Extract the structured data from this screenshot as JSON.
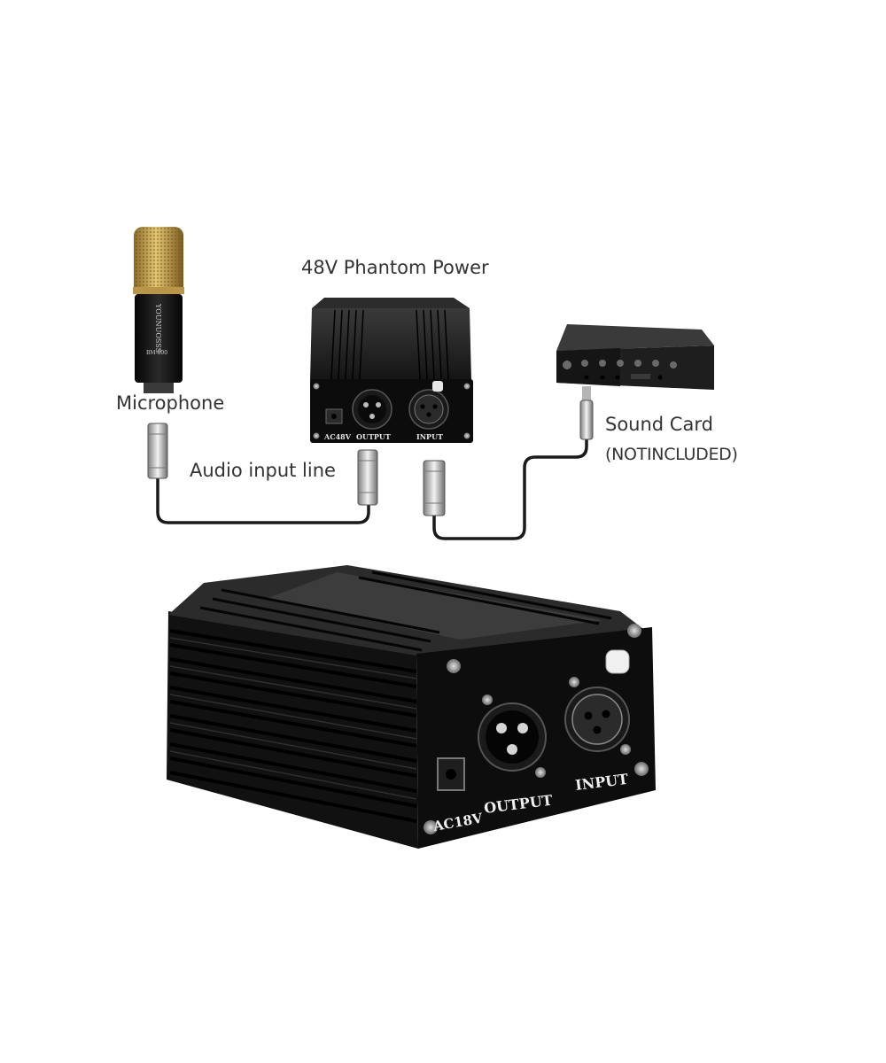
{
  "labels": {
    "microphone": "Microphone",
    "phantom_power": "48V Phantom Power",
    "audio_input_line": "Audio input line",
    "sound_card": "Sound Card",
    "not_included": "(NOTINCLUDED)"
  },
  "mic": {
    "brand": "YOUNUOSSS",
    "model": "BM-800"
  },
  "small_unit": {
    "dc_label": "AC48V",
    "output_label": "OUTPUT",
    "input_label": "INPUT"
  },
  "big_unit": {
    "dc_label": "AC18V",
    "output_label": "OUTPUT",
    "input_label": "INPUT"
  },
  "colors": {
    "cable": "#1a1a1a",
    "metal_dark": "#151515",
    "gold": "#c9a24a",
    "label_text": "#333333"
  }
}
